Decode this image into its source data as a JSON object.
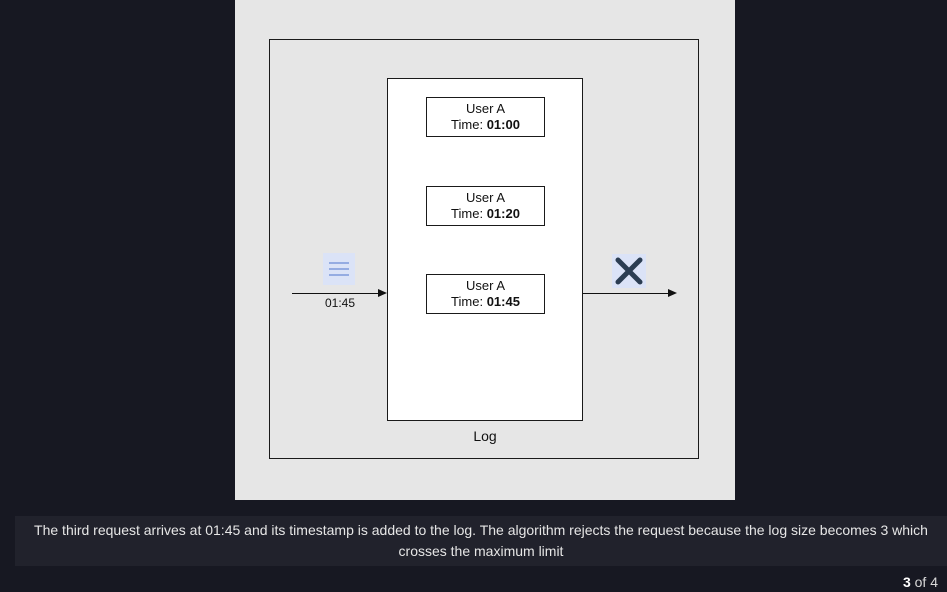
{
  "diagram": {
    "log_entries": [
      {
        "user": "User A",
        "time_label": "Time: ",
        "time": "01:00"
      },
      {
        "user": "User A",
        "time_label": "Time: ",
        "time": "01:20"
      },
      {
        "user": "User A",
        "time_label": "Time: ",
        "time": "01:45"
      }
    ],
    "log_label": "Log",
    "incoming_request": {
      "time": "01:45",
      "icon": "message-lines-icon"
    },
    "result_icon": "reject-x-icon",
    "colors": {
      "panel_background": "#e6e6e6",
      "icon_background": "#dbe3f7",
      "icon_foreground": "#2b3d52"
    }
  },
  "caption": {
    "text": "The third request arrives at 01:45 and its timestamp is added to the log. The algorithm rejects the request because the log size becomes 3 which crosses the maximum limit"
  },
  "pagination": {
    "current": "3",
    "separator": " of ",
    "total": "4"
  }
}
